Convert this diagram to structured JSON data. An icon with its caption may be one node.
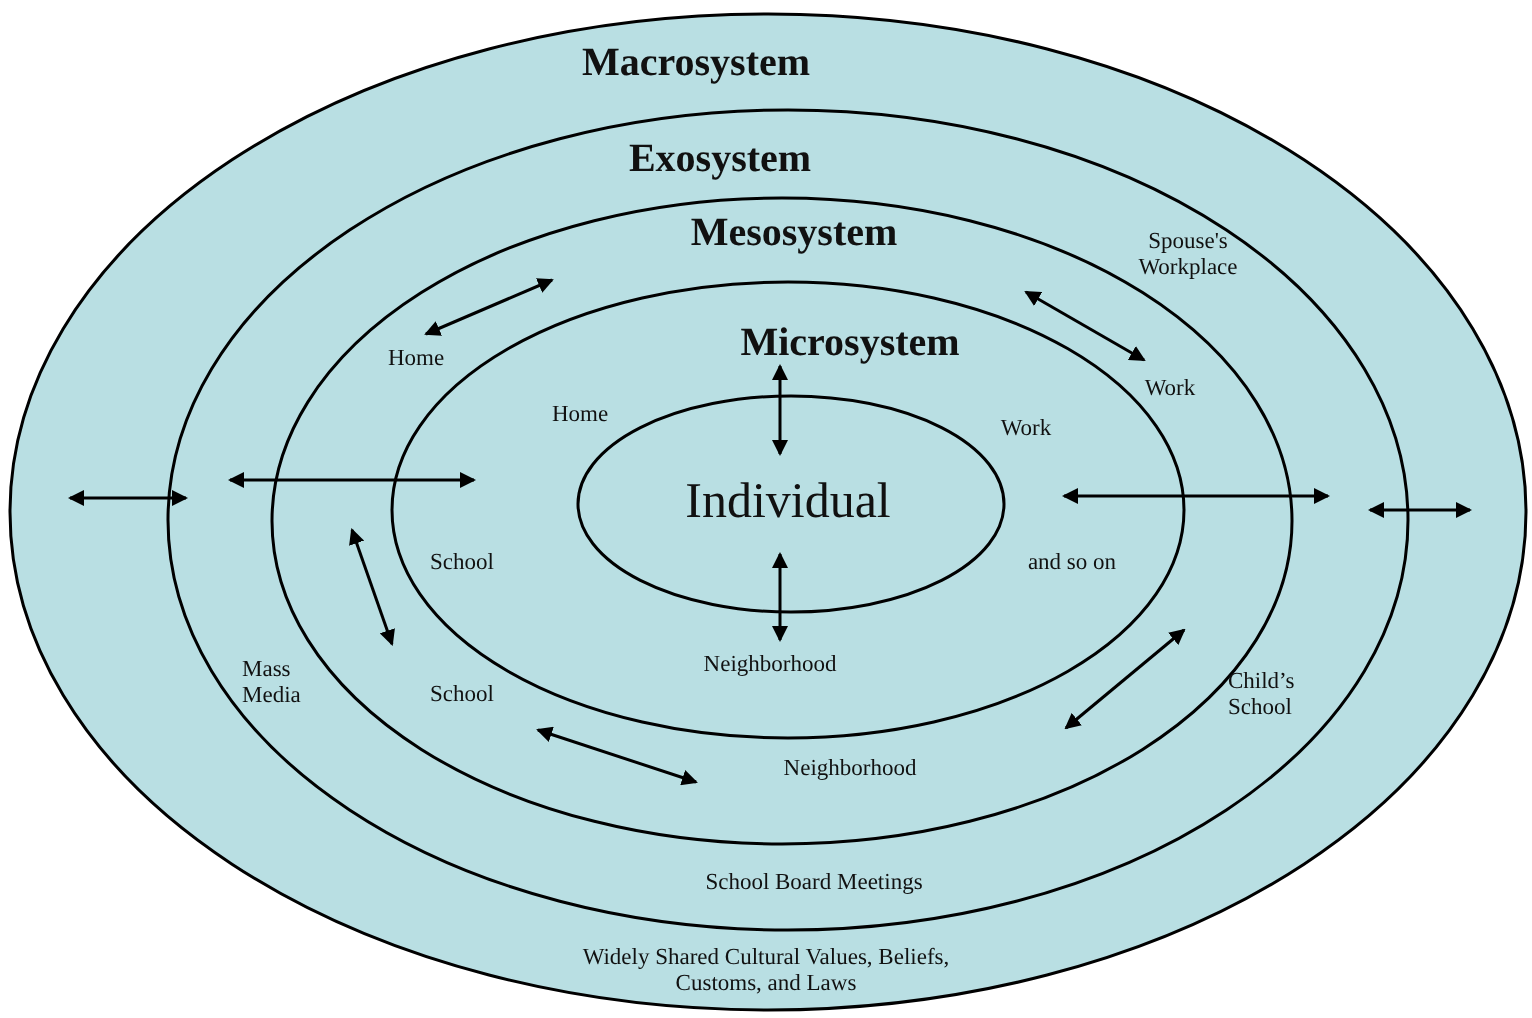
{
  "diagram": {
    "nodes": [
      {
        "text": [
          "Macrosystem",
          "Widely Shared Cultural Values, Beliefs, Customs, and Laws"
        ]
      },
      {
        "text": [
          "Exosystem",
          "Spouse's Workplace",
          "Mass Media",
          "Child’s School",
          "School Board Meetings"
        ],
        "in": 0
      },
      {
        "text": [
          "Mesosystem",
          "Home",
          "Work",
          "School",
          "Neighborhood"
        ],
        "in": 1
      },
      {
        "text": [
          "Microsystem",
          "Home",
          "Work",
          "School",
          "and so on",
          "Neighborhood"
        ],
        "in": 2
      },
      {
        "text": [
          "Individual"
        ],
        "in": 3
      }
    ],
    "edges": []
  }
}
